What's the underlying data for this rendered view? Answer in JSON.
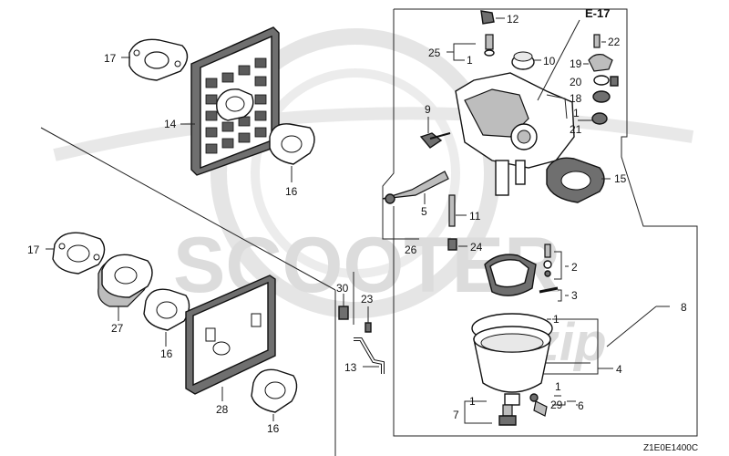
{
  "watermark": {
    "brand": "SCOOTER",
    "suffix": "zip"
  },
  "callouts": [
    {
      "id": "c17a",
      "text": "17"
    },
    {
      "id": "c14",
      "text": "14"
    },
    {
      "id": "c16a",
      "text": "16"
    },
    {
      "id": "c17b",
      "text": "17"
    },
    {
      "id": "c27",
      "text": "27"
    },
    {
      "id": "c16b",
      "text": "16"
    },
    {
      "id": "c28",
      "text": "28"
    },
    {
      "id": "c16c",
      "text": "16"
    },
    {
      "id": "c12",
      "text": "12"
    },
    {
      "id": "c25",
      "text": "25"
    },
    {
      "id": "c1a",
      "text": "1"
    },
    {
      "id": "c10",
      "text": "10"
    },
    {
      "id": "c9",
      "text": "9"
    },
    {
      "id": "c5",
      "text": "5"
    },
    {
      "id": "c26",
      "text": "26"
    },
    {
      "id": "c11",
      "text": "11"
    },
    {
      "id": "c24",
      "text": "24"
    },
    {
      "id": "c30",
      "text": "30"
    },
    {
      "id": "c23",
      "text": "23"
    },
    {
      "id": "c13",
      "text": "13"
    },
    {
      "id": "c22",
      "text": "22"
    },
    {
      "id": "c19",
      "text": "19"
    },
    {
      "id": "c20",
      "text": "20"
    },
    {
      "id": "c18",
      "text": "18"
    },
    {
      "id": "c1b",
      "text": "1"
    },
    {
      "id": "c21",
      "text": "21"
    },
    {
      "id": "c15",
      "text": "15"
    },
    {
      "id": "c2",
      "text": "2"
    },
    {
      "id": "c3",
      "text": "3"
    },
    {
      "id": "c8",
      "text": "8"
    },
    {
      "id": "c1c",
      "text": "1"
    },
    {
      "id": "c4",
      "text": "4"
    },
    {
      "id": "c1d",
      "text": "1"
    },
    {
      "id": "c29",
      "text": "29"
    },
    {
      "id": "c6",
      "text": "6"
    },
    {
      "id": "c1e",
      "text": "1"
    },
    {
      "id": "c7",
      "text": "7"
    }
  ],
  "ref_label": "E-17",
  "diagram_code": "Z1E0E1400C"
}
